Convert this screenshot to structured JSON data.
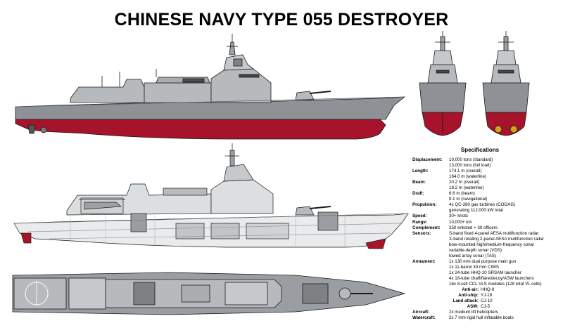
{
  "title": "CHINESE NAVY TYPE 055 DESTROYER",
  "specifications": {
    "heading": "Specifications",
    "rows": [
      {
        "label": "Displacement:",
        "values": [
          "10,000 tons (standard)",
          "13,000 tons (full load)"
        ]
      },
      {
        "label": "Length:",
        "values": [
          "174.1 m (overall)",
          "164.0 m (waterline)"
        ]
      },
      {
        "label": "Beam:",
        "values": [
          "20.2 m (overall)",
          "18.2 m (waterline)"
        ]
      },
      {
        "label": "Draft:",
        "values": [
          "6.6 m (beam)",
          "9.1 m (navigational)"
        ]
      },
      {
        "label": "Propulsion:",
        "values": [
          "4x QC-280 gas turbines (COGAG)",
          "generating 112,000 kW total"
        ]
      },
      {
        "label": "Speed:",
        "values": [
          "30+ knots"
        ]
      },
      {
        "label": "Range:",
        "values": [
          "10,000+ km"
        ]
      },
      {
        "label": "Complement:",
        "values": [
          "250 enlisted + 30 officers"
        ]
      },
      {
        "label": "Sensors:",
        "values": [
          "S-band fixed 4-panel AESA multifunction radar",
          "X-band rotating 2-panel AESA multifunction radar",
          "bow-mounted high/medium-frequency sonar",
          "variable-depth sonar (VDS)",
          "towed array sonar (TAS)"
        ]
      },
      {
        "label": "Armament:",
        "values": [
          "1x 130 mm dual purpose main gun",
          "1x 11-barrel 30 mm CIWS",
          "1x 24-tube HHQ-10 SRSAM launcher",
          "4x 18-tube chaff/flare/decoy/ASW launchers",
          "16x 8-cell CCL VLS modules (128 total VL cells)"
        ]
      }
    ],
    "vls_breakdown": [
      {
        "label": "Anti-air:",
        "value": "HHQ-9"
      },
      {
        "label": "Anti-ship:",
        "value": "YJ-18"
      },
      {
        "label": "Land attack:",
        "value": "CJ-10"
      },
      {
        "label": "ASW:",
        "value": "CJ-5"
      }
    ],
    "rows_after": [
      {
        "label": "Aircraft:",
        "values": [
          "2x medium lift helicopters"
        ]
      },
      {
        "label": "Watercraft:",
        "values": [
          "2x 7 mm rigid hull inflatable boats"
        ]
      }
    ]
  },
  "colors": {
    "hull_gray": "#8e9196",
    "superstructure_gray": "#b7babd",
    "light_gray": "#d3d6d8",
    "hull_red": "#a7132a",
    "deck_gray": "#9a9da1",
    "outline": "#1a1a1a",
    "propeller_gold": "#d6a21e"
  }
}
